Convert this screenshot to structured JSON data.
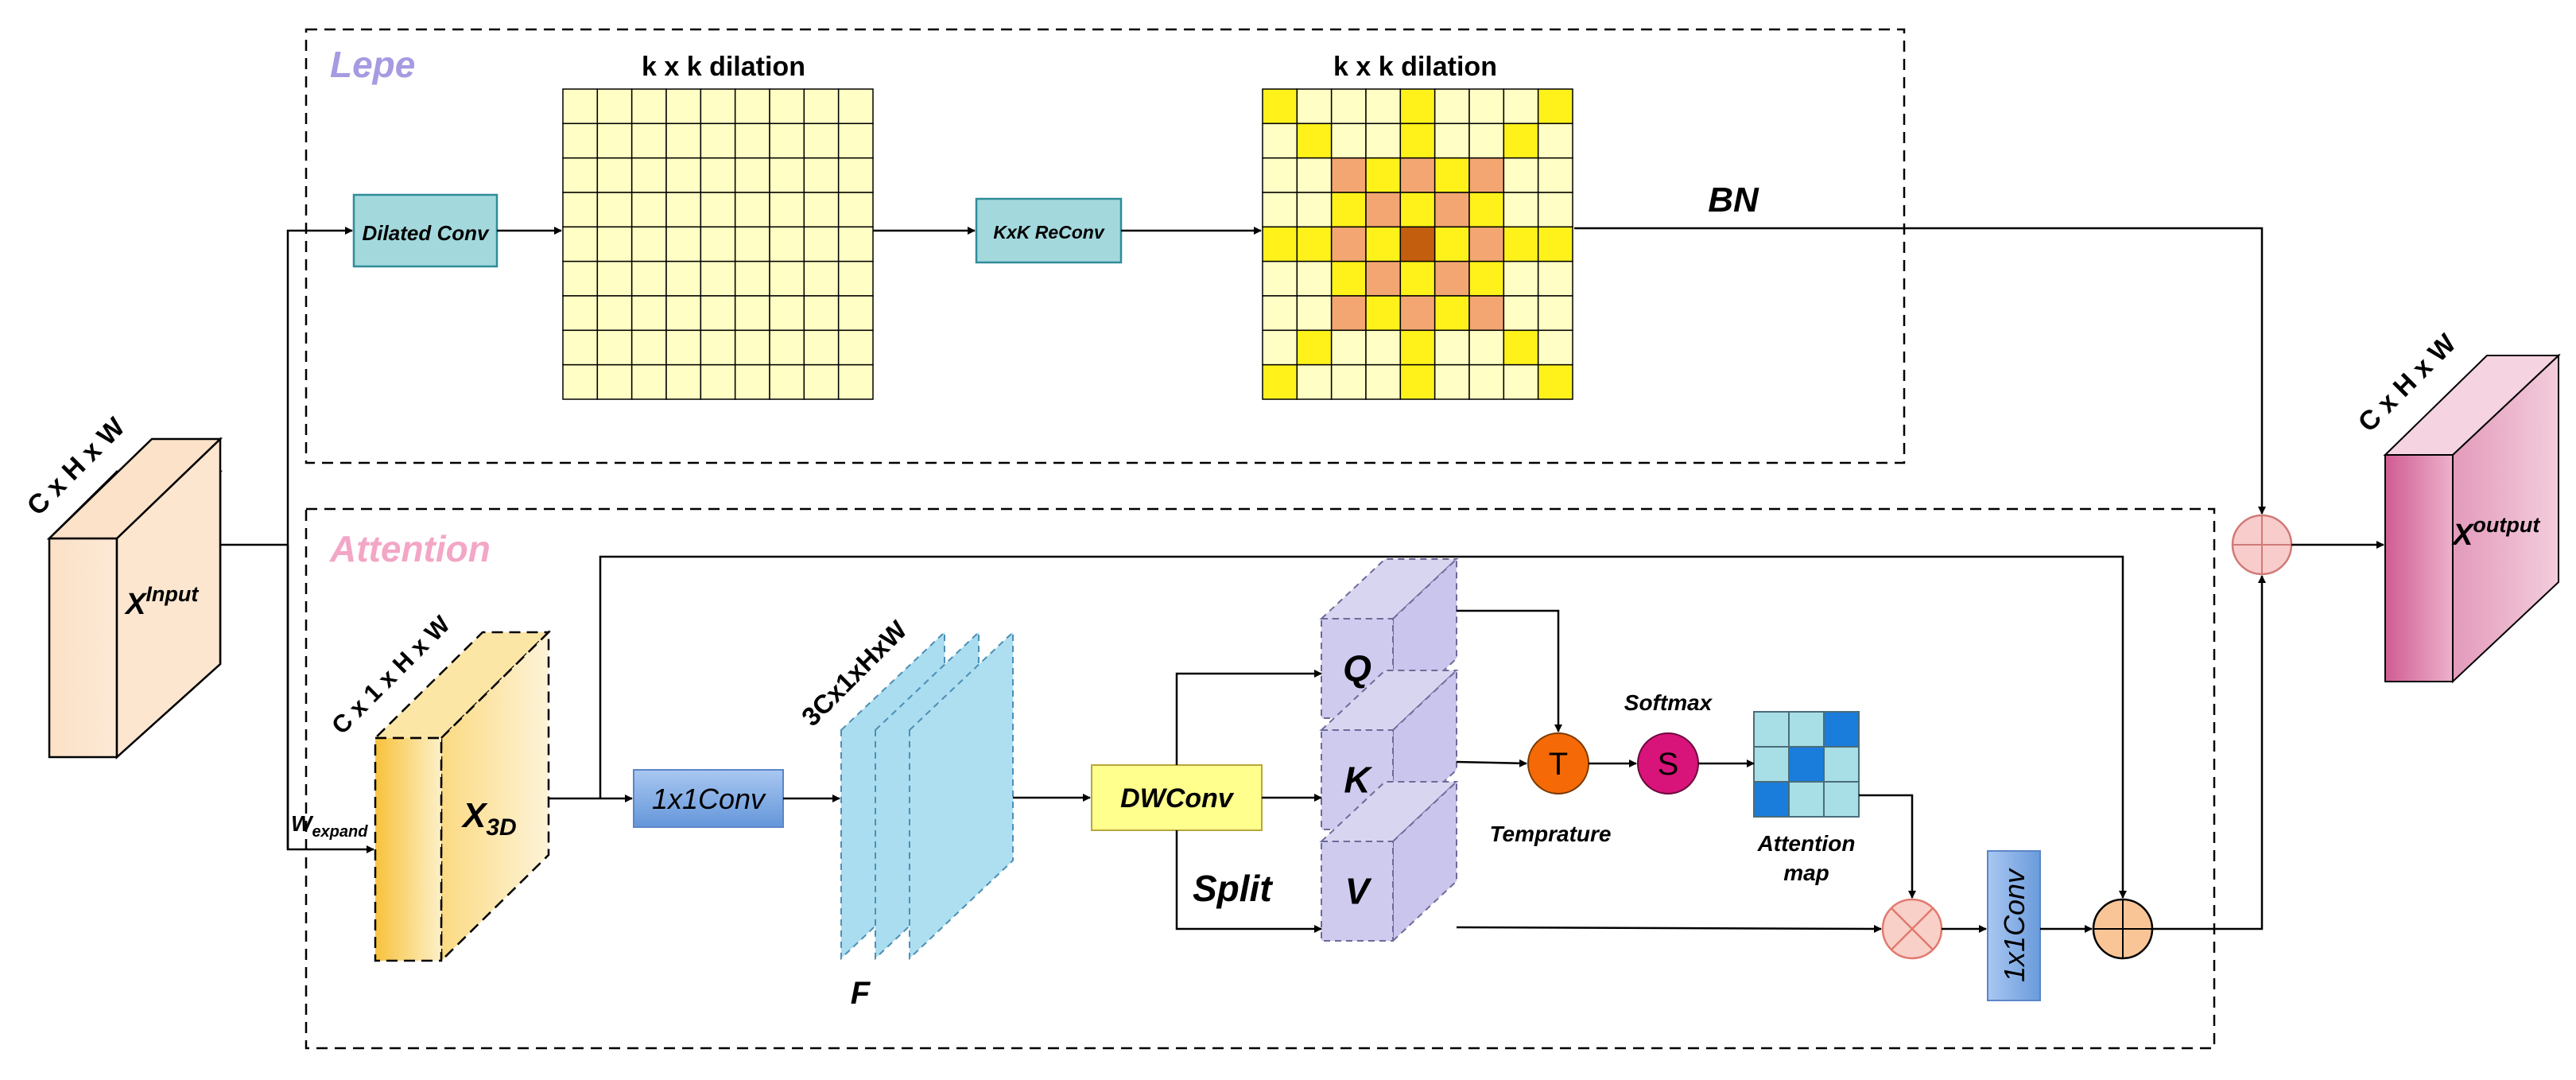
{
  "lepe": {
    "section_label": "Lepe",
    "grid_title_1": "k x k dilation",
    "grid_title_2": "k x k dilation",
    "dilated_conv_label": "Dilated Conv",
    "reconv_label": "KxK ReConv",
    "bn_label": "BN",
    "grid_size": 9,
    "grid2_cells": [
      "YlllYlllY",
      "lYllYllYl",
      "llOYOYOll",
      "llYOYOYll",
      "YYOYDYOYY",
      "llYOYOYll",
      "llOYOYOll",
      "lYllYllYl",
      "YlllYlllY"
    ],
    "colors": {
      "light": "#FFFFC5",
      "yellow": "#FFF21A",
      "orange": "#F3A671",
      "dark": "#C45E0F"
    }
  },
  "attention": {
    "section_label": "Attention",
    "x3d_dim": "C x 1 x H x W",
    "x3d_label": "X",
    "x3d_sub": "3D",
    "w_expand_main": "W",
    "w_expand_sub": "expand",
    "conv1_label": "1x1Conv",
    "f_dim": "3Cx1xHxW",
    "f_label": "F",
    "dwconv_label": "DWConv",
    "split_label": "Split",
    "q_label": "Q",
    "k_label": "K",
    "v_label": "V",
    "t_label": "T",
    "temp_label": "Temprature",
    "s_label": "S",
    "softmax_label": "Softmax",
    "attn_map_line1": "Attention",
    "attn_map_line2": "map",
    "attn_map_cells": [
      [
        "#A8DEE6",
        "#A8DEE6",
        "#1A7CDB"
      ],
      [
        "#A8DEE6",
        "#1A7CDB",
        "#A8DEE6"
      ],
      [
        "#1A7CDB",
        "#A8DEE6",
        "#A8DEE6"
      ]
    ],
    "conv2_label": "1x1Conv"
  },
  "input": {
    "dim": "C x H x W",
    "label_main": "X",
    "label_sup": "Input"
  },
  "output": {
    "dim": "C x H x W",
    "label_main": "X",
    "label_sup": "output"
  }
}
